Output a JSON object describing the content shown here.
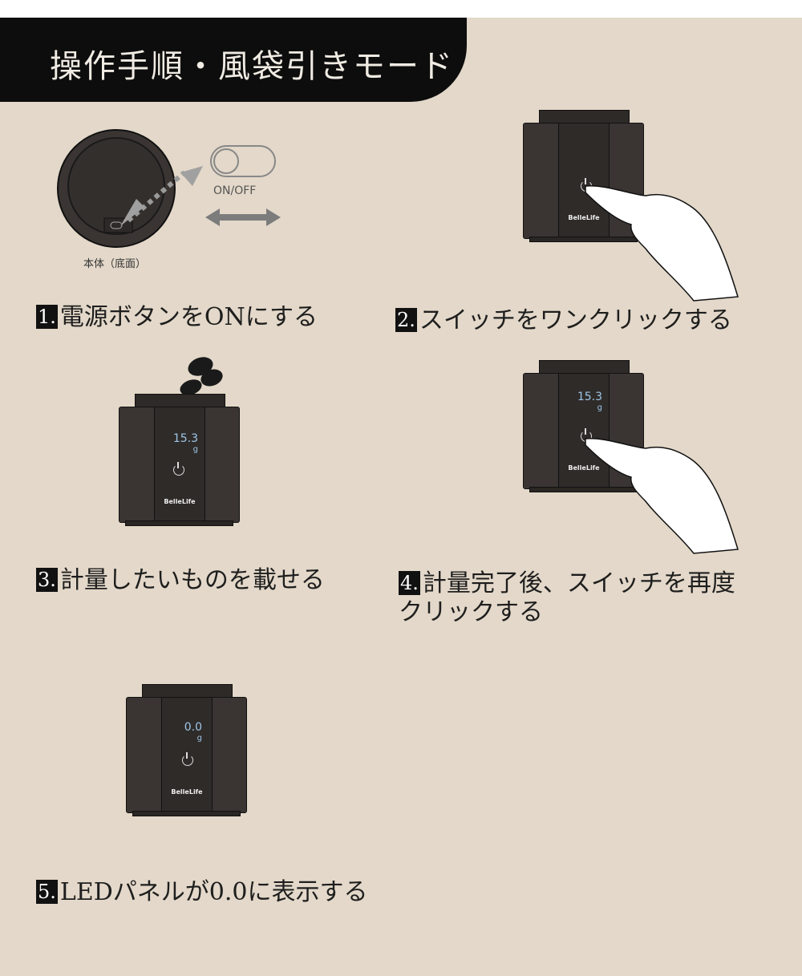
{
  "header": {
    "title": "操作手順・風袋引きモード"
  },
  "step1": {
    "num": "1.",
    "text": "電源ボタンをONにする",
    "switch_label": "ON/OFF",
    "bottom_caption": "本体（底面）"
  },
  "step2": {
    "num": "2.",
    "text": "スイッチをワンクリックする"
  },
  "step3": {
    "num": "3.",
    "text": "計量したいものを載せる",
    "display_value": "15.3",
    "display_unit": "g"
  },
  "step4": {
    "num": "4.",
    "text": "計量完了後、スイッチを再度",
    "text2": "クリックする",
    "display_value": "15.3",
    "display_unit": "g"
  },
  "step5": {
    "num": "5.",
    "text": "LEDパネルが0.0に表示する",
    "display_value": "0.0",
    "display_unit": "g"
  },
  "brand": "BelleLife",
  "colors": {
    "background": "#e3d8c9",
    "banner": "#0d0d0d",
    "display": "#9ec6e6"
  }
}
